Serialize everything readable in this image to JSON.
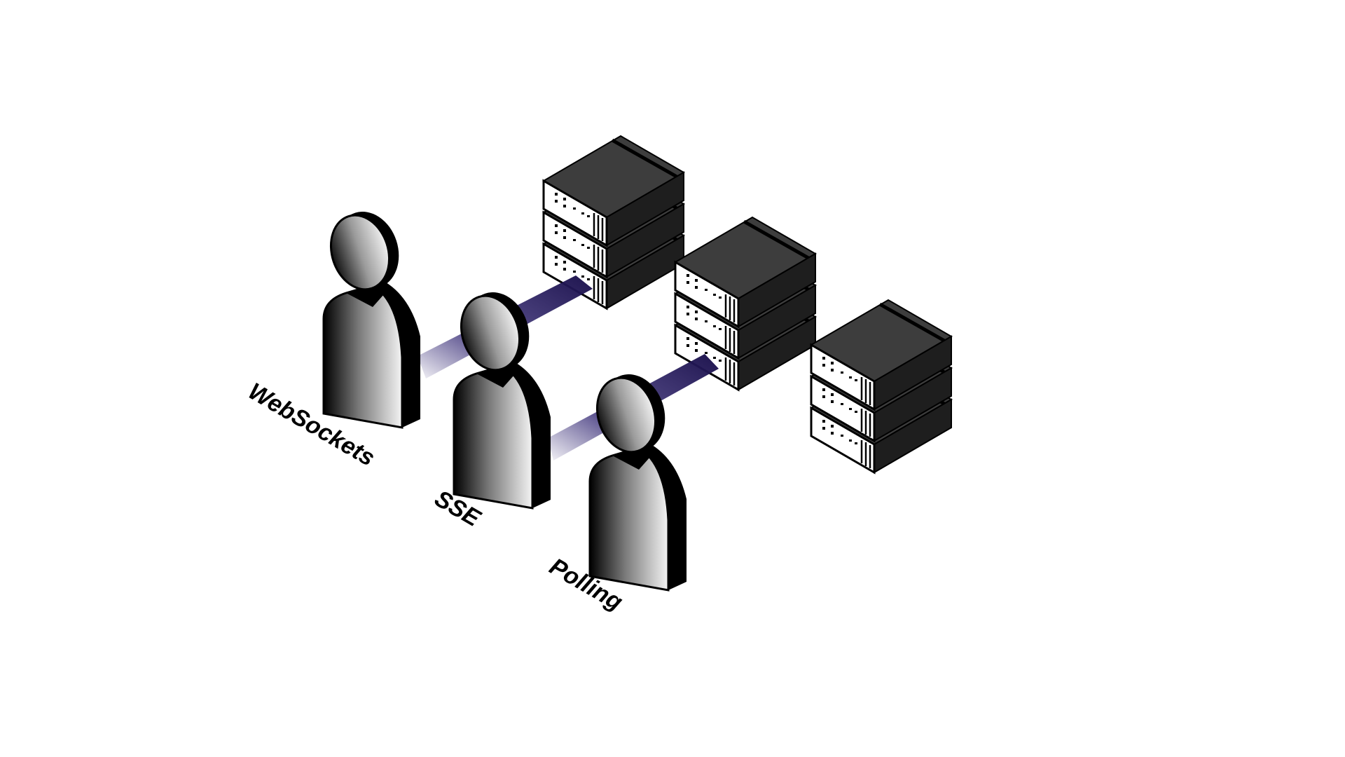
{
  "diagram": {
    "clients": [
      {
        "label": "WebSockets"
      },
      {
        "label": "SSE"
      },
      {
        "label": "Polling"
      }
    ],
    "server_stacks": [
      {
        "units": 3
      },
      {
        "units": 3
      },
      {
        "units": 3
      }
    ],
    "colors": {
      "background": "#ffffff",
      "server_top": "#3d3d3d",
      "server_side": "#1e1e1e",
      "server_front": "#ffffff",
      "outline": "#000000",
      "connection": "#2b1f6e",
      "person_light": "#f4f4f4",
      "person_dark": "#000000"
    }
  }
}
